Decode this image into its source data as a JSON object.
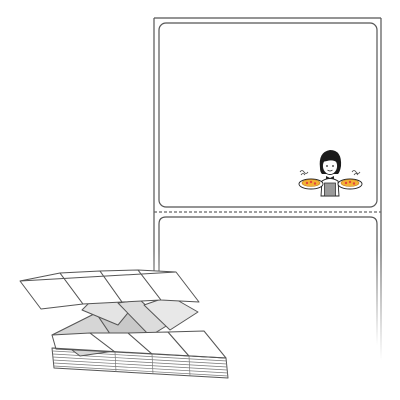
{
  "image": {
    "subject": "fanfold-label-stock-illustration",
    "labels_across": 1,
    "fanfold_columns": 4
  },
  "colors": {
    "outline": "#555555",
    "label_fill": "#ffffff",
    "fold_shadow": "#d6d6d6",
    "dash": "#666666",
    "pizza": "#f2b233",
    "pepperoni": "#e2463a"
  },
  "icons": {
    "mascot": "waitress-with-pizzas-icon"
  }
}
